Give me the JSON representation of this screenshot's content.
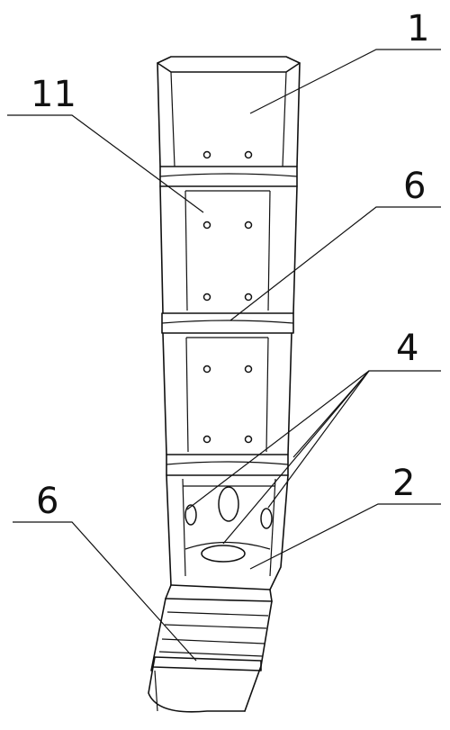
{
  "labels": [
    {
      "id": "callout-1",
      "text": "1"
    },
    {
      "id": "callout-11",
      "text": "11"
    },
    {
      "id": "callout-6-upper",
      "text": "6"
    },
    {
      "id": "callout-4",
      "text": "4"
    },
    {
      "id": "callout-2",
      "text": "2"
    },
    {
      "id": "callout-6-lower",
      "text": "6"
    }
  ]
}
